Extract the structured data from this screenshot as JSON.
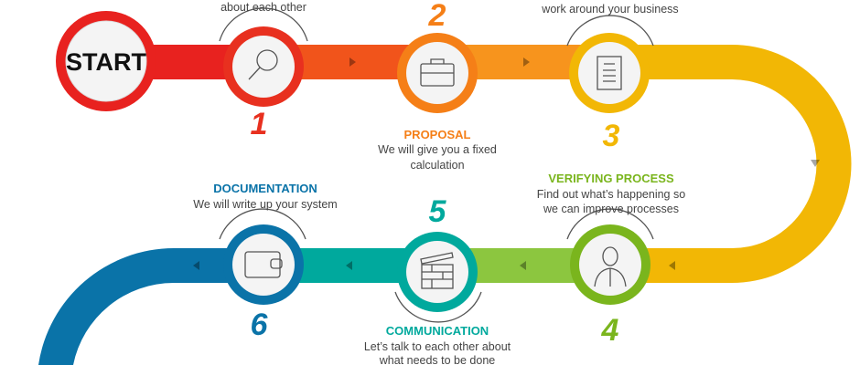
{
  "start_label": "START",
  "colors": {
    "red": "#e8221f",
    "orange": "#f57f17",
    "yellow": "#f2b705",
    "green": "#7ab51d",
    "teal": "#00a99d",
    "blue": "#0a73a8"
  },
  "steps": [
    {
      "number": "1",
      "icon": "magnifier-icon",
      "desc": [
        "about each other"
      ]
    },
    {
      "number": "2",
      "icon": "briefcase-icon",
      "title": "PROPOSAL",
      "desc": [
        "We will give you a fixed",
        "calculation"
      ]
    },
    {
      "number": "3",
      "icon": "clipboard-icon",
      "desc": [
        "work around your business"
      ]
    },
    {
      "number": "4",
      "icon": "person-icon",
      "title": "VERIFYING PROCESS",
      "desc": [
        "Find out what’s happening so",
        "we can improve processes"
      ]
    },
    {
      "number": "5",
      "icon": "clapperboard-icon",
      "title": "COMMUNICATION",
      "desc": [
        "Let’s talk to each other about",
        "what needs to be done"
      ]
    },
    {
      "number": "6",
      "icon": "wallet-icon",
      "title": "DOCUMENTATION",
      "desc": [
        "We will write up your system"
      ]
    }
  ]
}
